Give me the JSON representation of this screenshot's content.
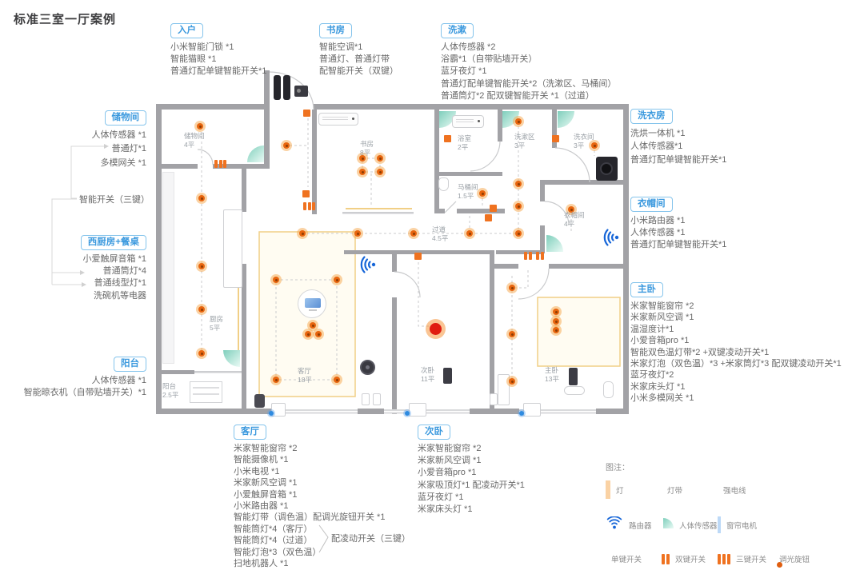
{
  "title": "标准三室一厅案例",
  "label_boxes": [
    {
      "id": "entrance",
      "label": "入户",
      "items": [
        "小米智能门锁 *1",
        "智能猫眼 *1",
        "普通灯配单键智能开关*1"
      ]
    },
    {
      "id": "study",
      "label": "书房",
      "items": [
        "智能空调*1",
        "普通灯、普通灯带",
        "配智能开关（双键）"
      ]
    },
    {
      "id": "washing",
      "label": "洗漱",
      "items": [
        "人体传感器 *2",
        "浴霸*1（自带贴墙开关）",
        "蓝牙夜灯 *1",
        "普通灯配单键智能开关*2（洗漱区、马桶间）",
        "普通筒灯*2 配双键智能开关 *1（过道）"
      ]
    },
    {
      "id": "storage",
      "label": "储物间",
      "items": [
        "人体传感器 *1",
        "普通灯*1",
        "多模网关 *1"
      ]
    },
    {
      "id": "west-kitchen",
      "label": "西厨房+餐桌",
      "items": [
        "小爱触屏音箱 *1",
        "普通筒灯*4",
        "普通线型灯*1",
        "洗碗机等电器"
      ]
    },
    {
      "id": "balcony",
      "label": "阳台",
      "items": [
        "人体传感器 *1",
        "智能晾衣机（自带贴墙开关）*1"
      ]
    },
    {
      "id": "laundry",
      "label": "洗衣房",
      "items": [
        "洗烘一体机 *1",
        "人体传感器*1",
        "普通灯配单键智能开关*1"
      ]
    },
    {
      "id": "cloakroom",
      "label": "衣帽间",
      "items": [
        "小米路由器 *1",
        "人体传感器 *1",
        "普通灯配单键智能开关*1"
      ]
    },
    {
      "id": "master-bedroom",
      "label": "主卧",
      "items": [
        "米家智能窗帘 *2",
        "米家新风空调 *1",
        "温湿度计*1",
        "小爱音箱pro *1",
        "智能双色温灯带*2 +双键凌动开关*1",
        "米家灯泡（双色温）*3 +米家筒灯*3 配双键凌动开关*1",
        "蓝牙夜灯*2",
        "米家床头灯 *1",
        "小米多模网关 *1"
      ]
    },
    {
      "id": "living-room",
      "label": "客厅",
      "items": [
        "米家智能窗帘 *2",
        "智能摄像机 *1",
        "小米电视 *1",
        "米家新风空调 *1",
        "小爱触屏音箱 *1",
        "小米路由器 *1",
        "智能灯带（调色温）配调光旋钮开关 *1",
        "智能筒灯*4（客厅）",
        "智能筒灯*4（过道）",
        "智能灯泡*3（双色温）",
        "扫地机器人 *1"
      ]
    },
    {
      "id": "second-bedroom",
      "label": "次卧",
      "items": [
        "米家智能窗帘 *2",
        "米家新风空调 *1",
        "小爱音箱pro *1",
        "米家吸顶灯*1 配凌动开关*1",
        "蓝牙夜灯 *1",
        "米家床头灯 *1"
      ]
    }
  ],
  "annotations": {
    "smart_switch_3key": "智能开关（三键）",
    "living_brace": "配凌动开关（三键）"
  },
  "rooms": [
    {
      "name": "储物间",
      "area": "4平"
    },
    {
      "name": "书房",
      "area": "8平"
    },
    {
      "name": "浴室",
      "area": "2平"
    },
    {
      "name": "洗漱区",
      "area": "3平"
    },
    {
      "name": "洗衣间",
      "area": "3平"
    },
    {
      "name": "马桶间",
      "area": "1.5平"
    },
    {
      "name": "过道",
      "area": "4.5平"
    },
    {
      "name": "衣帽间",
      "area": "4平"
    },
    {
      "name": "厨房",
      "area": "5平"
    },
    {
      "name": "客厅",
      "area": "18平"
    },
    {
      "name": "阳台",
      "area": "2.5平"
    },
    {
      "name": "次卧",
      "area": "11平"
    },
    {
      "name": "主卧",
      "area": "13平"
    }
  ],
  "legend": {
    "title": "图注：",
    "rows": [
      [
        {
          "icon": "light",
          "label": "灯"
        },
        {
          "icon": "light-strip",
          "label": "灯带"
        },
        {
          "icon": "power-line",
          "label": "强电线"
        }
      ],
      [
        {
          "icon": "router",
          "label": "路由器"
        },
        {
          "icon": "body-sensor",
          "label": "人体传感器"
        },
        {
          "icon": "curtain-motor",
          "label": "窗帘电机"
        }
      ],
      [
        {
          "icon": "switch-1",
          "label": "单键开关"
        },
        {
          "icon": "switch-2",
          "label": "双键开关"
        },
        {
          "icon": "switch-3",
          "label": "三键开关"
        },
        {
          "icon": "dimmer-knob",
          "label": "调光旋钮"
        }
      ]
    ]
  },
  "colors": {
    "accent_blue": "#3b99de",
    "orange": "#ef7220",
    "wall_gray": "#a2a2a6"
  }
}
